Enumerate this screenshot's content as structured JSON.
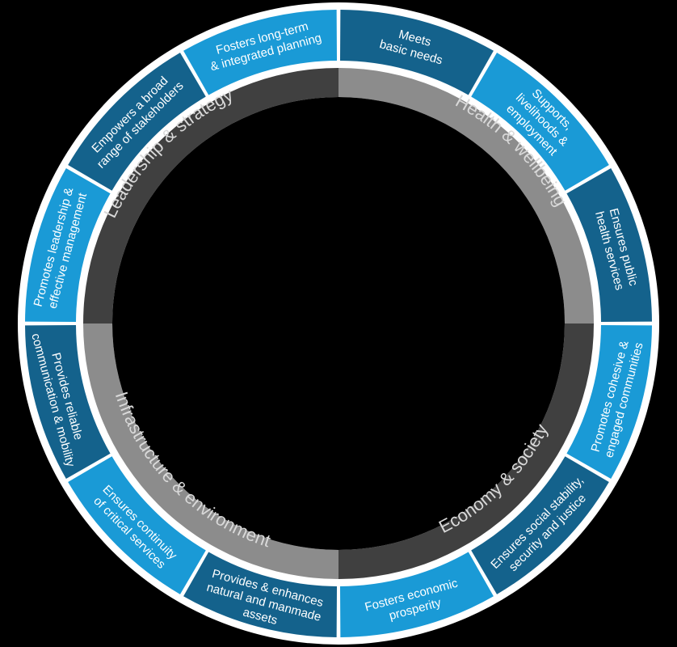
{
  "quadrants": [
    {
      "label": "Health & wellbeing",
      "color": "#8c8c8c"
    },
    {
      "label": "Economy & society",
      "color": "#404040"
    },
    {
      "label": "Infrastructure & environment",
      "color": "#8c8c8c"
    },
    {
      "label": "Leadership & strategy",
      "color": "#404040"
    }
  ],
  "segments": [
    {
      "lines": [
        "Meets",
        "basic needs"
      ],
      "color": "#14628c"
    },
    {
      "lines": [
        "Supports,",
        "livelihoods &",
        "employment"
      ],
      "color": "#1a9ad6"
    },
    {
      "lines": [
        "Ensures public",
        "health services"
      ],
      "color": "#14628c"
    },
    {
      "lines": [
        "Promotes cohesive  &",
        "engaged communities"
      ],
      "color": "#1a9ad6"
    },
    {
      "lines": [
        "Ensures social stability,",
        "security and justice"
      ],
      "color": "#14628c"
    },
    {
      "lines": [
        "Fosters economic",
        "prosperity"
      ],
      "color": "#1a9ad6"
    },
    {
      "lines": [
        "Provides & enhances",
        "natural and manmade",
        "assets"
      ],
      "color": "#14628c"
    },
    {
      "lines": [
        "Ensures continuity",
        "of critical services"
      ],
      "color": "#1a9ad6"
    },
    {
      "lines": [
        "Provides reliable",
        "communication & mobility"
      ],
      "color": "#14628c"
    },
    {
      "lines": [
        "Promotes leadership &",
        "effective management"
      ],
      "color": "#1a9ad6"
    },
    {
      "lines": [
        "Empowers a broad",
        "range of stakeholders"
      ],
      "color": "#14628c"
    },
    {
      "lines": [
        "Fosters long-term",
        "& integrated planning"
      ],
      "color": "#1a9ad6"
    }
  ]
}
